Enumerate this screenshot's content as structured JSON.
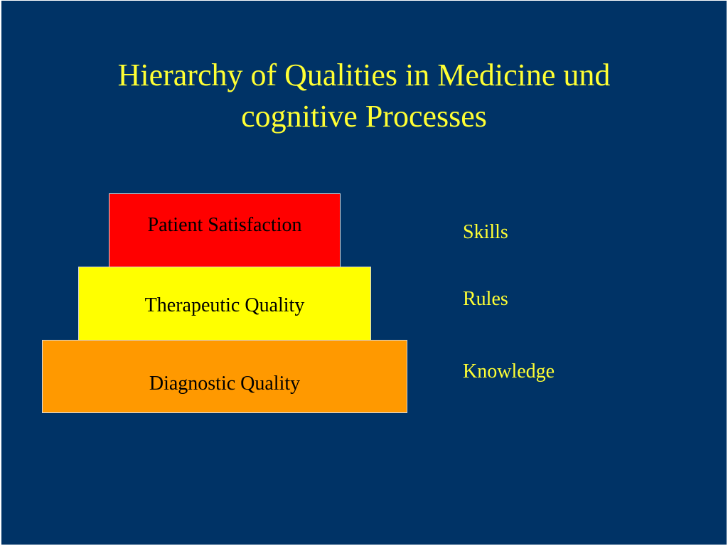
{
  "title": {
    "line1": "Hierarchy of Qualities in Medicine und",
    "line2": "cognitive Processes"
  },
  "pyramid": {
    "top": "Patient Satisfaction",
    "middle": "Therapeutic Quality",
    "bottom": "Diagnostic Quality"
  },
  "processes": {
    "skills": "Skills",
    "rules": "Rules",
    "knowledge": "Knowledge"
  },
  "colors": {
    "background": "#003366",
    "title_text": "#ffff33",
    "tier_top": "#ff0000",
    "tier_middle": "#ffff00",
    "tier_bottom": "#ff9900"
  }
}
